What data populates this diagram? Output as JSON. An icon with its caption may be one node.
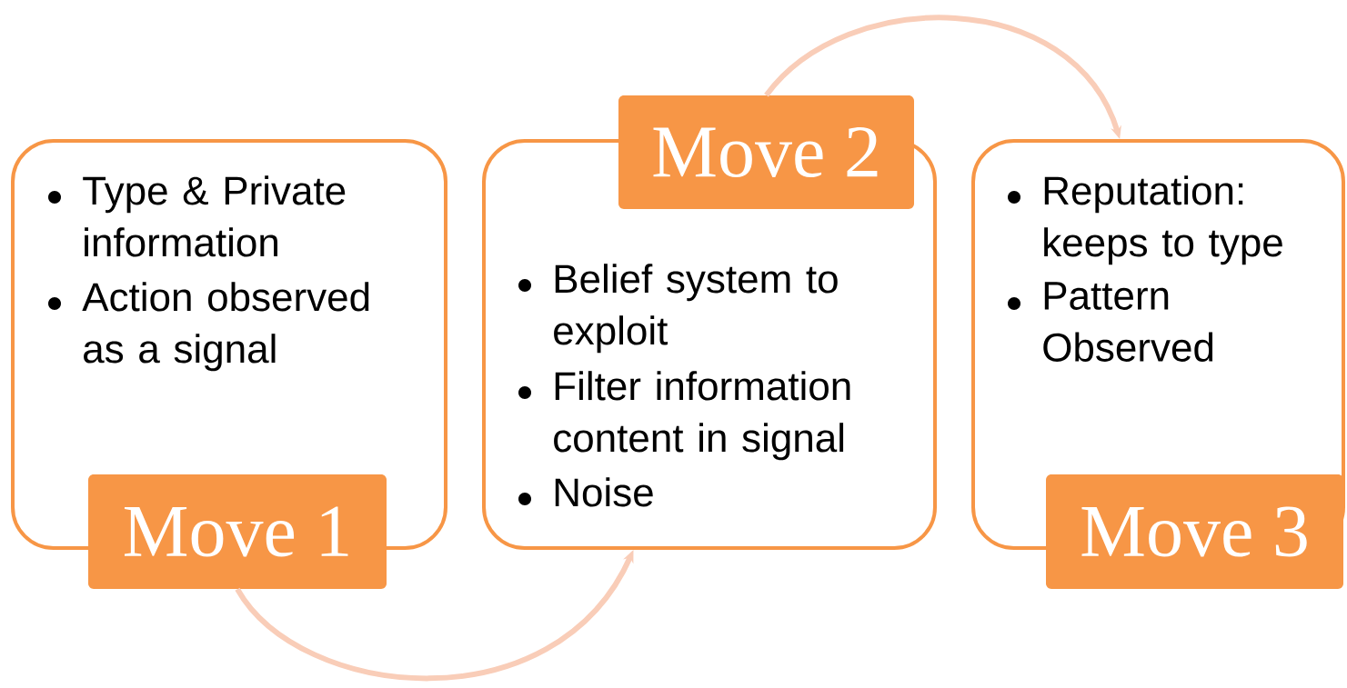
{
  "diagram": {
    "nodes": [
      {
        "text": [
          "Type & Private information",
          "Action observed as a signal"
        ]
      },
      {
        "text": [
          "Move 1"
        ]
      },
      {
        "text": [
          "Belief system to exploit",
          "Filter information content in signal",
          "Noise"
        ]
      },
      {
        "text": [
          "Move 2"
        ]
      },
      {
        "text": [
          "Reputation: keeps to type",
          "Pattern Observed"
        ]
      },
      {
        "text": [
          "Move 3"
        ]
      }
    ],
    "edges": [
      {
        "from": 1,
        "to": 2,
        "arrow": "to"
      },
      {
        "from": 3,
        "to": 4,
        "arrow": "to"
      }
    ]
  }
}
